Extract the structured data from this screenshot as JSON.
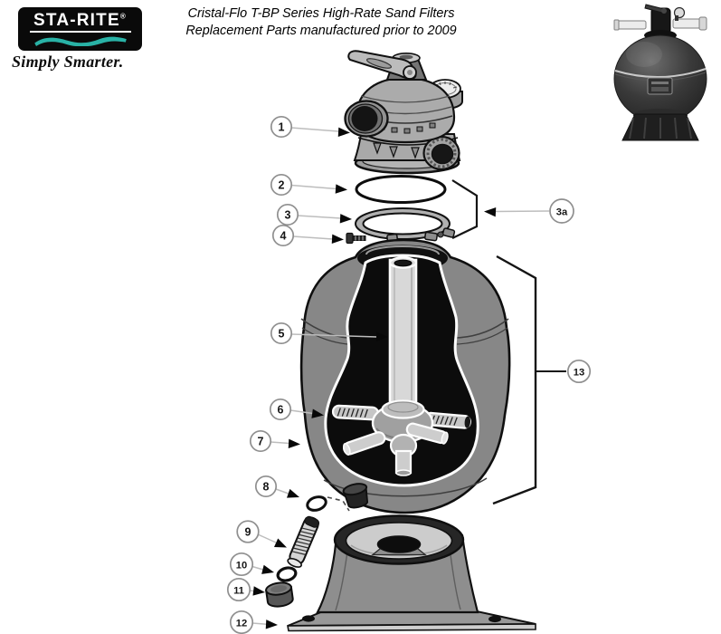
{
  "brand": {
    "name": "STA-RITE",
    "registered_mark": "®",
    "tagline": "Simply Smarter."
  },
  "title": {
    "line1": "Cristal-Flo T-BP Series High-Rate Sand Filters",
    "line2": "Replacement Parts manufactured prior to 2009"
  },
  "callouts": {
    "c1": {
      "label": "1",
      "part": "multiport-valve"
    },
    "c2": {
      "label": "2",
      "part": "tank-oring"
    },
    "c3": {
      "label": "3",
      "part": "clamp-ring"
    },
    "c4": {
      "label": "4",
      "part": "clamp-screw"
    },
    "c3a": {
      "label": "3a",
      "part": "clamp-assembly-group"
    },
    "c5": {
      "label": "5",
      "part": "standpipe"
    },
    "c6": {
      "label": "6",
      "part": "lateral-assembly"
    },
    "c7": {
      "label": "7",
      "part": "filter-tank"
    },
    "c8": {
      "label": "8",
      "part": "drain-oring"
    },
    "c9": {
      "label": "9",
      "part": "drain-pipe"
    },
    "c10": {
      "label": "10",
      "part": "drain-cap-oring"
    },
    "c11": {
      "label": "11",
      "part": "drain-cap"
    },
    "c12": {
      "label": "12",
      "part": "base"
    },
    "c13": {
      "label": "13",
      "part": "tank-assembly"
    }
  },
  "colors": {
    "accent_teal": "#29B2A6",
    "logo_black": "#0a0a0a",
    "diagram_gray": "#878787",
    "cutaway_black": "#0c0c0c",
    "leader_line_gray": "#bdbdbd",
    "text_black": "#000000"
  }
}
